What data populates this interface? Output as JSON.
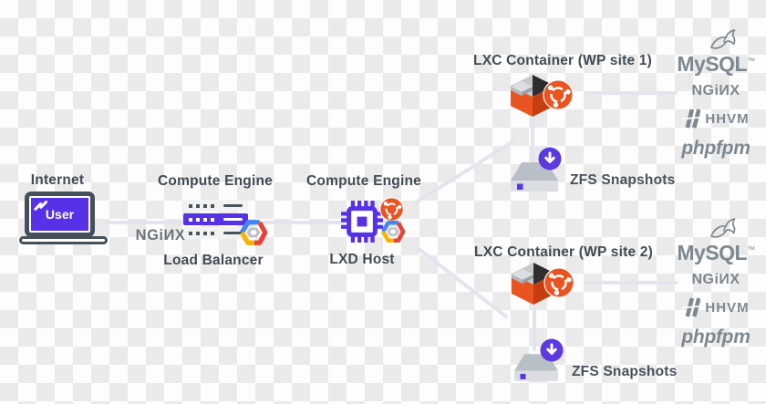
{
  "colors": {
    "accent_purple": "#5731e6",
    "ubuntu_orange": "#e95420",
    "ubuntu_orange_dark": "#c63d12",
    "label_dark": "#404b55",
    "logo_gray": "#7e8891",
    "nginx_gray": "#6b747d",
    "connector": "#e4e4ef",
    "gcp_blue": "#4285f4",
    "gcp_red": "#ea4335",
    "gcp_yellow": "#f4b400"
  },
  "diagram": {
    "internet": {
      "title": "Internet",
      "user_label": "User"
    },
    "nginx_wordmark": "NGiИX",
    "load_balancer": {
      "title": "Compute Engine",
      "caption": "Load Balancer"
    },
    "lxd_host": {
      "title": "Compute Engine",
      "caption": "LXD Host"
    },
    "branches": [
      {
        "container_title": "LXC Container (WP site 1)",
        "zfs_caption": "ZFS Snapshots",
        "stack": {
          "mysql": "MySQL",
          "mysql_tm": "™",
          "nginx": "NGiИX",
          "hhvm": "HHVM",
          "phpfpm": "phpfpm"
        }
      },
      {
        "container_title": "LXC Container (WP site 2)",
        "zfs_caption": "ZFS Snapshots",
        "stack": {
          "mysql": "MySQL",
          "mysql_tm": "™",
          "nginx": "NGiИX",
          "hhvm": "HHVM",
          "phpfpm": "phpfpm"
        }
      }
    ]
  }
}
